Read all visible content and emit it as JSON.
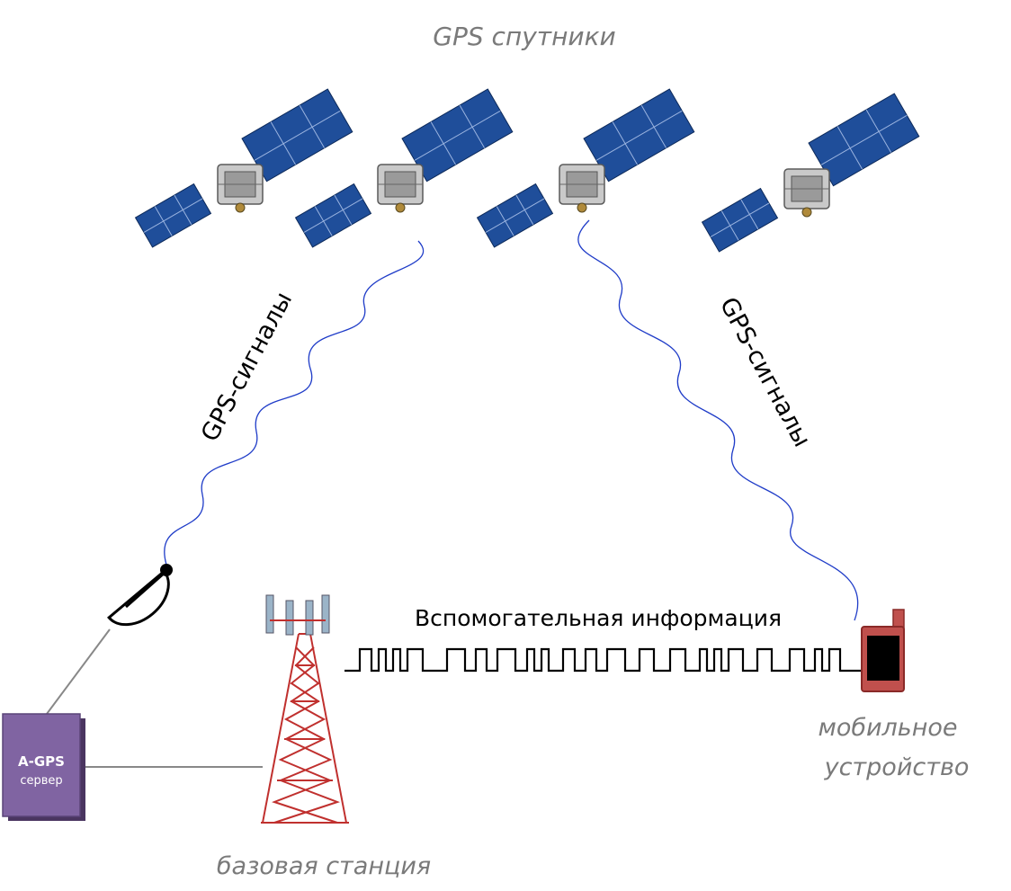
{
  "diagram": {
    "satellites_label": "GPS спутники",
    "signal_left_label": "GPS-сигналы",
    "signal_right_label": "GPS-сигналы",
    "assist_info_label": "Вспомогательная информация",
    "server_title": "A-GPS",
    "server_subtitle": "сервер",
    "mobile_label_line1": "мобильное",
    "mobile_label_line2": "устройство",
    "base_station_label": "базовая станция"
  },
  "colors": {
    "panel_blue": "#1f4e9a",
    "signal_blue": "#1f3cc8",
    "tower_red": "#c0302e",
    "phone_red": "#c0504d",
    "server_purple": "#8064a2",
    "label_gray": "#7a7a7a"
  },
  "icons": [
    "satellite-icon",
    "dish-antenna-icon",
    "cell-tower-icon",
    "mobile-phone-icon",
    "server-box-icon"
  ]
}
